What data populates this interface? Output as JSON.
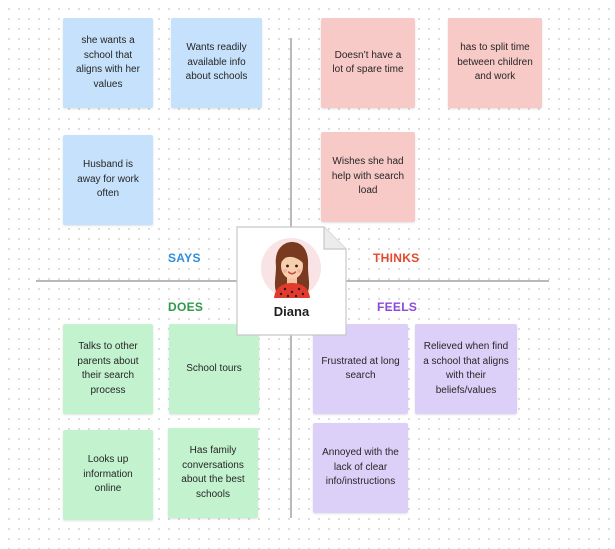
{
  "quadrants": {
    "says": {
      "label": "SAYS",
      "color": "#2f8fdf"
    },
    "thinks": {
      "label": "THINKS",
      "color": "#e24a2c"
    },
    "does": {
      "label": "DOES",
      "color": "#2e9b4b"
    },
    "feels": {
      "label": "FEELS",
      "color": "#8c47e0"
    }
  },
  "persona": {
    "name": "Diana"
  },
  "notes": {
    "says": [
      "she wants a school that aligns with her values",
      "Wants readily available info about schools",
      "Husband is away for work often"
    ],
    "thinks": [
      "Doesn’t have a lot of spare time",
      "has to split time between children and work",
      "Wishes she had help with search load"
    ],
    "does": [
      "Talks to other parents about their search process",
      "School tours",
      "Looks up information online",
      "Has family conversations about the best schools"
    ],
    "feels": [
      "Frustrated at long search",
      "Relieved when find a school that aligns with their beliefs/values",
      "Annoyed with the lack of clear info/instructions"
    ]
  }
}
